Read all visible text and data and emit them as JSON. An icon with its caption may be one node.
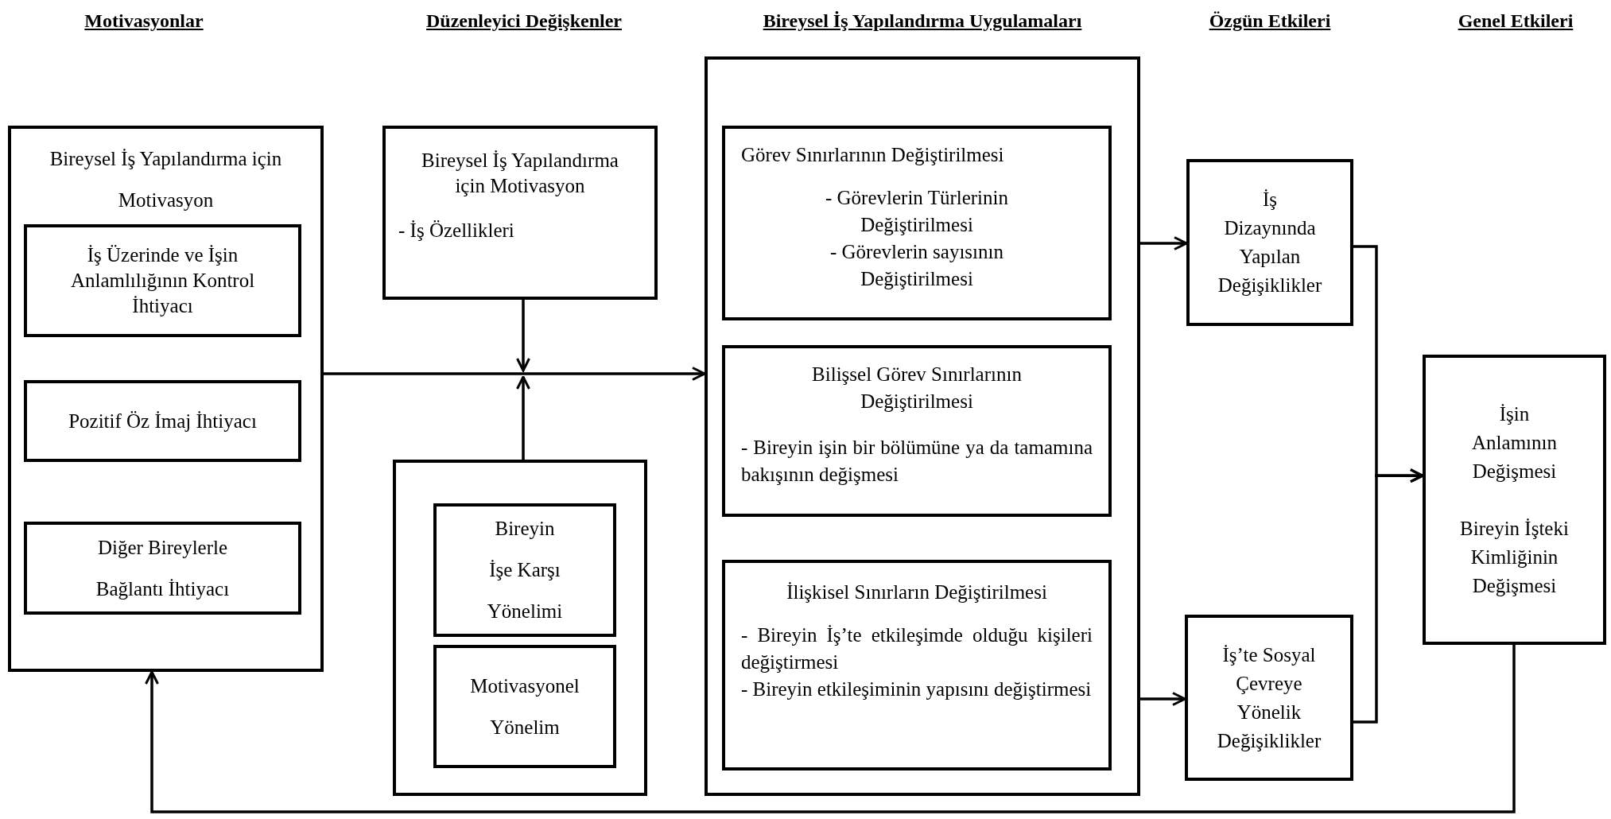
{
  "diagram": {
    "nodes": [
      {
        "text": [
          "Bireysel İş Yapılandırma için Motivasyon"
        ]
      },
      {
        "text": [
          "İş Üzerinde ve İşin Anlamlılığının Kontrol İhtiyacı"
        ],
        "in": 0
      },
      {
        "text": [
          "Pozitif Öz İmaj İhtiyacı"
        ],
        "in": 0
      },
      {
        "text": [
          "Diğer Bireylerle Bağlantı İhtiyacı"
        ],
        "in": 0
      },
      {
        "text": [
          "Bireysel İş Yapılandırma için Motivasyon",
          "- İş Özellikleri"
        ]
      },
      {
        "text": [],
        "shape": "box"
      },
      {
        "text": [
          "Bireyin İşe Karşı Yönelimi"
        ],
        "in": 5
      },
      {
        "text": [
          "Motivasyonel Yönelim"
        ],
        "in": 5
      },
      {
        "text": [],
        "shape": "box"
      },
      {
        "text": [
          "Görev Sınırlarının Değiştirilmesi",
          "- Görevlerin Türlerinin Değiştirilmesi",
          "- Görevlerin sayısının Değiştirilmesi"
        ],
        "in": 8
      },
      {
        "text": [
          "Bilişsel Görev Sınırlarının Değiştirilmesi",
          "- Bireyin işin bir bölümüne ya da tamamına bakışının değişmesi"
        ],
        "in": 8
      },
      {
        "text": [
          "İlişkisel Sınırların Değiştirilmesi",
          "- Bireyin İş’te etkileşimde olduğu kişileri değiştirmesi",
          "- Bireyin etkileşiminin yapısını değiştirmesi"
        ],
        "in": 8
      },
      {
        "text": [
          "İş Dizaynında Yapılan Değişiklikler"
        ]
      },
      {
        "text": [
          "İş’te Sosyal Çevreye Yönelik Değişiklikler"
        ]
      },
      {
        "text": [
          "İşin Anlamının Değişmesi",
          "Bireyin İşteki Kimliğinin Değişmesi"
        ]
      }
    ],
    "edges": [
      {
        "from": 0,
        "to": 8,
        "arrow": "to"
      },
      {
        "from": 4,
        "to": null,
        "arrow": "to"
      },
      {
        "from": 5,
        "to": null,
        "arrow": "to"
      },
      {
        "from": 8,
        "to": 12,
        "arrow": "to"
      },
      {
        "from": 8,
        "to": 13,
        "arrow": "to"
      },
      {
        "from": 12,
        "to": 14,
        "arrow": "to"
      },
      {
        "from": 13,
        "to": 14,
        "arrow": "to"
      },
      {
        "from": 14,
        "to": 0,
        "arrow": "to"
      }
    ],
    "labels": [
      "Motivasyonlar",
      "Düzenleyici Değişkenler",
      "Bireysel İş Yapılandırma Uygulamaları",
      "Özgün Etkileri",
      "Genel Etkileri"
    ]
  }
}
